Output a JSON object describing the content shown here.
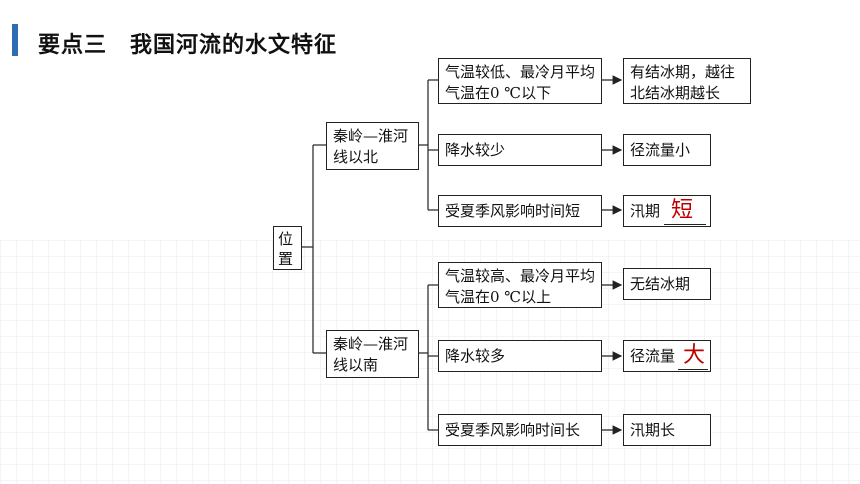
{
  "title": "要点三　我国河流的水文特征",
  "root": "位置",
  "branches": [
    {
      "label": "秦岭—淮河线以北",
      "factors": [
        {
          "cause": "气温较低、最冷月平均气温在0 ℃以下",
          "effect": "有结冰期，越往北结冰期越长"
        },
        {
          "cause": "降水较少",
          "effect": "径流量小"
        },
        {
          "cause": "受夏季风影响时间短",
          "effect": "汛期",
          "answer": "短"
        }
      ]
    },
    {
      "label": "秦岭—淮河线以南",
      "factors": [
        {
          "cause": "气温较高、最冷月平均气温在0 ℃以上",
          "effect": "无结冰期"
        },
        {
          "cause": "降水较多",
          "effect": "径流量",
          "answer": "大"
        },
        {
          "cause": "受夏季风影响时间长",
          "effect": "汛期长"
        }
      ]
    }
  ]
}
